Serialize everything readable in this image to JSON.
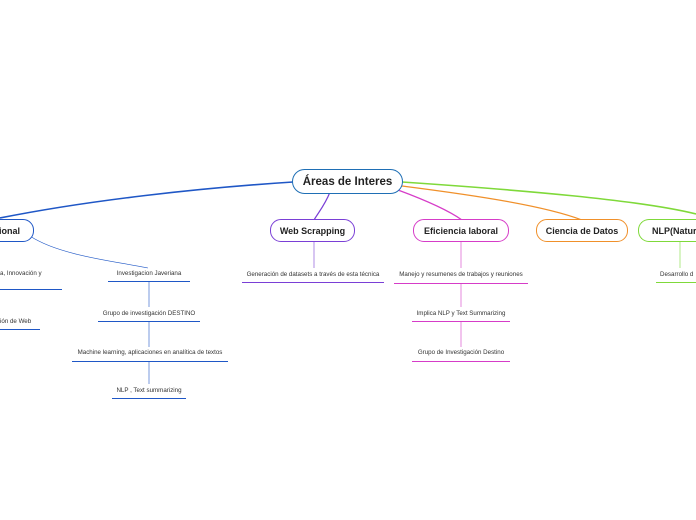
{
  "root": {
    "label": "Áreas de Interes",
    "color": "#1f6fb5"
  },
  "branches": {
    "left": {
      "label": "ional",
      "color": "#1f57c6"
    },
    "web": {
      "label": "Web Scrapping",
      "color": "#7a3fd6"
    },
    "efic": {
      "label": "Eficiencia laboral",
      "color": "#d63cc8"
    },
    "cien": {
      "label": "Ciencia de Datos",
      "color": "#f0902a"
    },
    "nlp": {
      "label": "NLP(Natura",
      "color": "#7fd93a"
    }
  },
  "leaves": {
    "left_a": "a, Innovación y",
    "left_b": "ión de Web",
    "javer": "Investigacion Javeriana",
    "destino": "Grupo de investigación DESTINO",
    "ml": "Machine learning, aplicaciones en analítica de textos",
    "nlpts": "NLP , Text summarizing",
    "gen": "Generación de datasets a través de esta técnica",
    "manejo": "Manejo y resumenes de trabajos y reuniones",
    "implica": "Implica NLP y Text Summarizing",
    "grupo": "Grupo de Investigación Destino",
    "desarr": "Desarrollo d"
  }
}
